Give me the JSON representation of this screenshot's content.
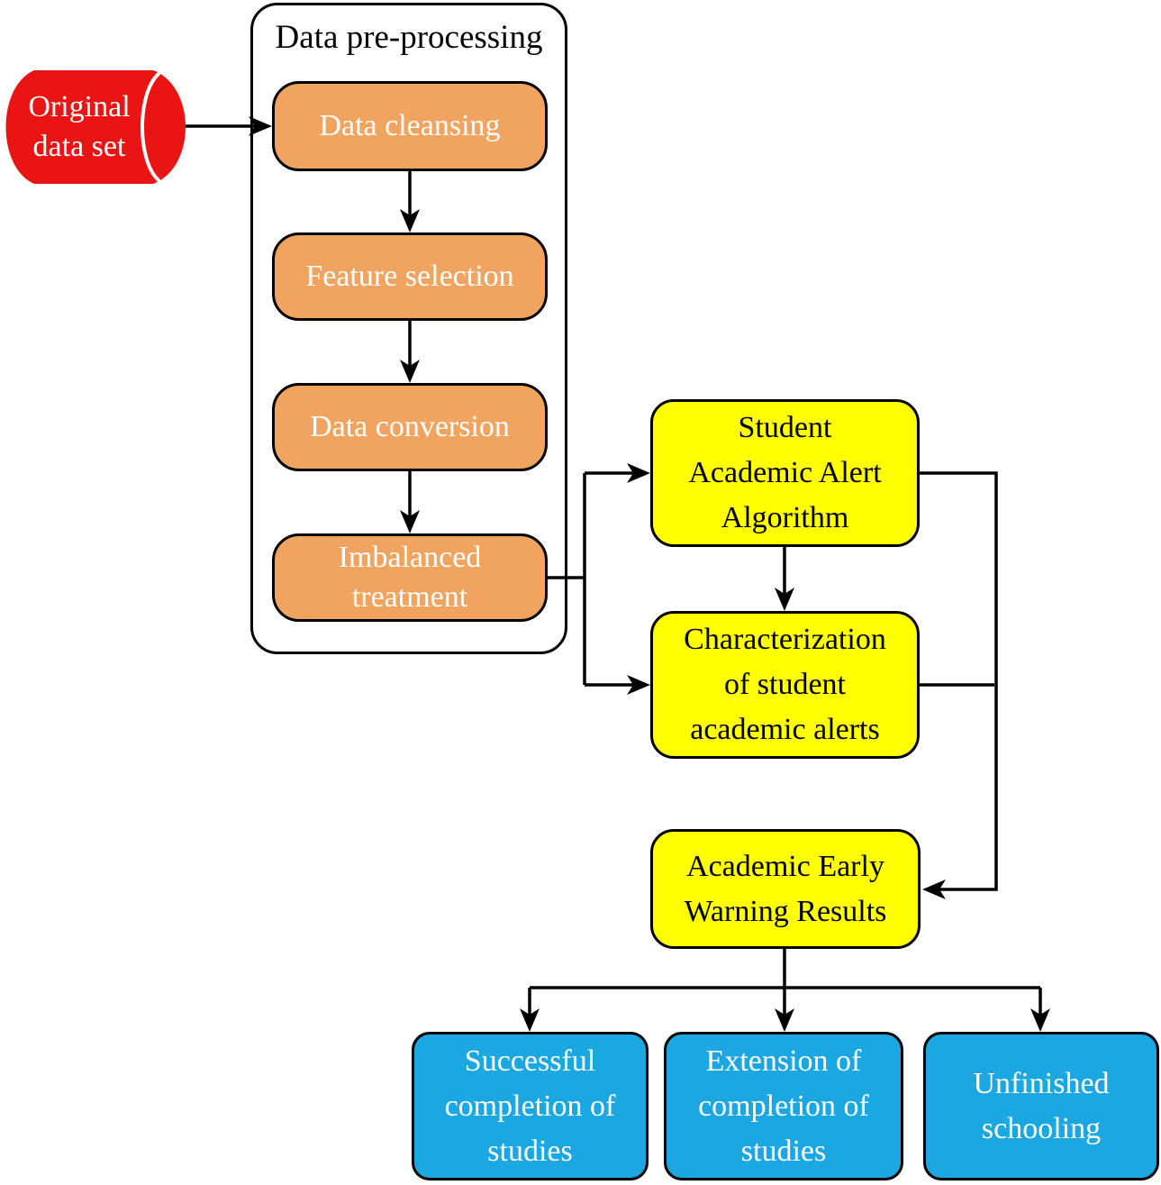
{
  "colors": {
    "red": "#ea1414",
    "orange": "#f1a45f",
    "yellow": "#ffff00",
    "blue": "#1ba7e1",
    "line": "#000000",
    "box_border": "#000000",
    "text_light": "#ffffff",
    "text_dark": "#000000",
    "background": "#ffffff"
  },
  "diagram": {
    "group": {
      "title": "Data pre-processing"
    },
    "nodes": {
      "original_data": {
        "label": "Original\ndata set",
        "shape": "cylinder"
      },
      "data_cleansing": {
        "label": "Data cleansing"
      },
      "feature_selection": {
        "label": "Feature selection"
      },
      "data_conversion": {
        "label": "Data conversion"
      },
      "imbalanced_treatment": {
        "label": "Imbalanced\ntreatment"
      },
      "student_alert_algorithm": {
        "label": "Student\nAcademic Alert\nAlgorithm"
      },
      "characterization": {
        "label": "Characterization\nof student\nacademic alerts"
      },
      "early_warning_results": {
        "label": "Academic Early\nWarning Results"
      },
      "successful_completion": {
        "label": "Successful\ncompletion of\nstudies"
      },
      "extension_completion": {
        "label": "Extension of\ncompletion of\nstudies"
      },
      "unfinished_schooling": {
        "label": "Unfinished\nschooling"
      }
    }
  }
}
